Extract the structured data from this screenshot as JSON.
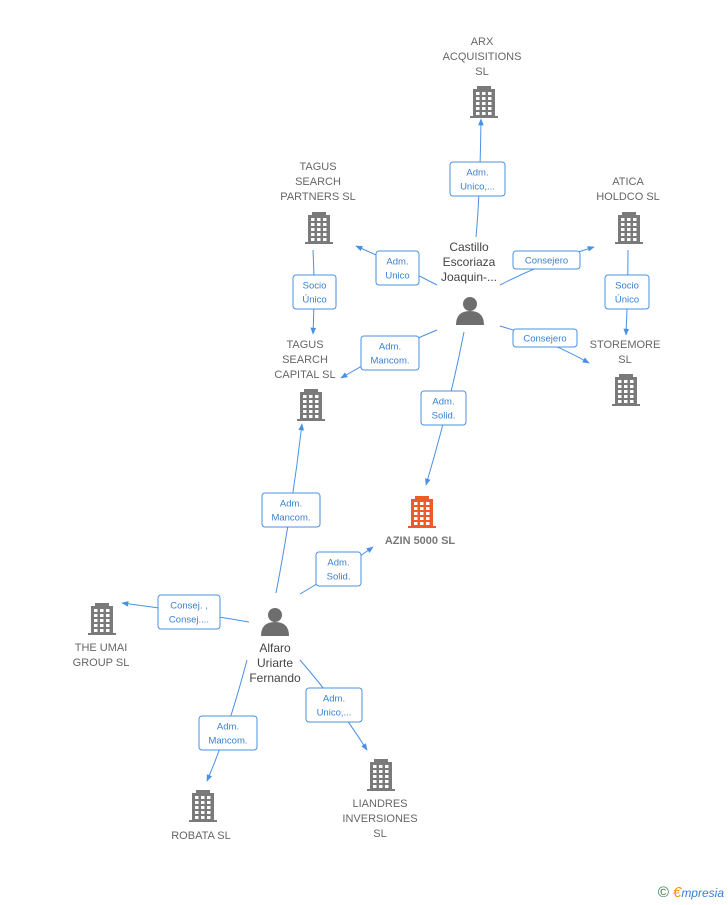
{
  "nodes": [
    {
      "id": "arx",
      "type": "company",
      "lines": [
        "ARX",
        "ACQUISITIONS",
        "SL"
      ],
      "highlight": false
    },
    {
      "id": "tagus_sp",
      "type": "company",
      "lines": [
        "TAGUS",
        "SEARCH",
        "PARTNERS  SL"
      ],
      "highlight": false
    },
    {
      "id": "atica",
      "type": "company",
      "lines": [
        "ATICA",
        "HOLDCO  SL"
      ],
      "highlight": false
    },
    {
      "id": "tagus_cap",
      "type": "company",
      "lines": [
        "TAGUS",
        "SEARCH",
        "CAPITAL  SL"
      ],
      "highlight": false
    },
    {
      "id": "storemore",
      "type": "company",
      "lines": [
        "STOREMORE",
        "SL"
      ],
      "highlight": false
    },
    {
      "id": "azin",
      "type": "company",
      "lines": [
        "AZIN 5000  SL"
      ],
      "highlight": true
    },
    {
      "id": "umai",
      "type": "company",
      "lines": [
        "THE UMAI",
        "GROUP  SL"
      ],
      "highlight": false
    },
    {
      "id": "robata",
      "type": "company",
      "lines": [
        "ROBATA  SL"
      ],
      "highlight": false
    },
    {
      "id": "liandres",
      "type": "company",
      "lines": [
        "LIANDRES",
        "INVERSIONES",
        "SL"
      ],
      "highlight": false
    },
    {
      "id": "castillo",
      "type": "person",
      "lines": [
        "Castillo",
        "Escoriaza",
        "Joaquin-..."
      ]
    },
    {
      "id": "alfaro",
      "type": "person",
      "lines": [
        "Alfaro",
        "Uriarte",
        "Fernando"
      ]
    }
  ],
  "edges": [
    {
      "id": "e1",
      "label": [
        "Adm.",
        "Unico,..."
      ]
    },
    {
      "id": "e2",
      "label": [
        "Adm.",
        "Unico"
      ]
    },
    {
      "id": "e3",
      "label": [
        "Consejero"
      ]
    },
    {
      "id": "e4",
      "label": [
        "Adm.",
        "Mancom."
      ]
    },
    {
      "id": "e5",
      "label": [
        "Consejero"
      ]
    },
    {
      "id": "e6",
      "label": [
        "Adm.",
        "Solid."
      ]
    },
    {
      "id": "e7",
      "label": [
        "Socio",
        "Único"
      ]
    },
    {
      "id": "e8",
      "label": [
        "Socio",
        "Único"
      ]
    },
    {
      "id": "e9",
      "label": [
        "Adm.",
        "Mancom."
      ]
    },
    {
      "id": "e10",
      "label": [
        "Adm.",
        "Solid."
      ]
    },
    {
      "id": "e11",
      "label": [
        "Consej. ,",
        "Consej...."
      ]
    },
    {
      "id": "e12",
      "label": [
        "Adm.",
        "Mancom."
      ]
    },
    {
      "id": "e13",
      "label": [
        "Adm.",
        "Unico,..."
      ]
    }
  ],
  "colors": {
    "edge": "#4a90e2",
    "company": "#7a7a7a",
    "highlight": "#f05a28",
    "person": "#6e6e6e"
  },
  "footer": {
    "copyright_icon": "©",
    "brand_initial": "€",
    "brand_rest": "mpresia"
  }
}
